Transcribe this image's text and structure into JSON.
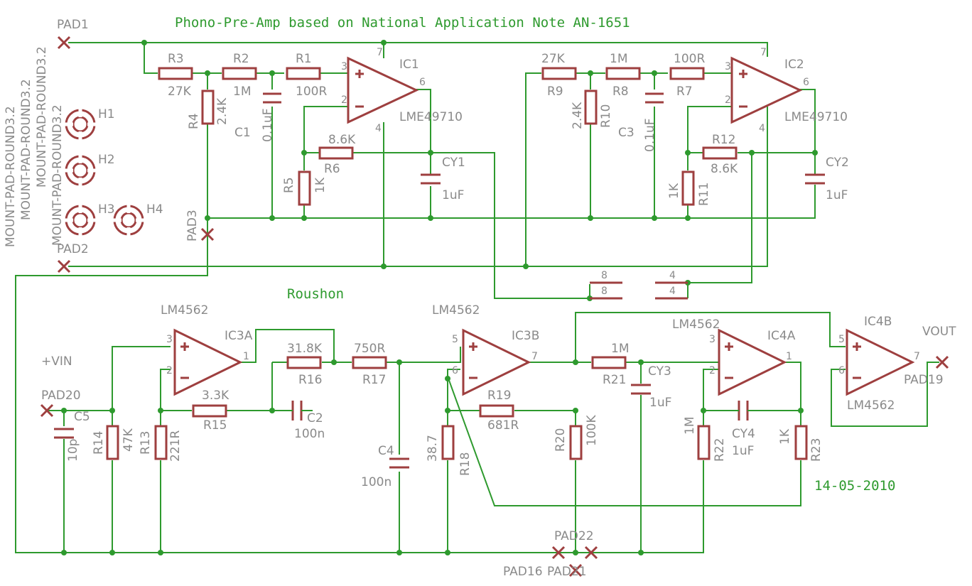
{
  "title": "Phono-Pre-Amp based on National Application Note AN-1651",
  "author": "Roushon",
  "date": "14-05-2010",
  "colors": {
    "wire": "#2e9a2e",
    "part": "#9e3f3f",
    "label": "#8a8a8a",
    "note": "#2e9a2e"
  },
  "mounting": {
    "pad_type": "MOUNT-PAD-ROUND3.2",
    "holes": [
      "H1",
      "H2",
      "H3",
      "H4"
    ]
  },
  "pads": {
    "pad1": "PAD1",
    "pad2": "PAD2",
    "pad3": "PAD3",
    "pad16": "PAD16",
    "pad19": "PAD19",
    "pad20": "PAD20",
    "pad21": "PAD21",
    "pad22": "PAD22",
    "vin": "+VIN",
    "vout": "VOUT"
  },
  "ics": {
    "ic1": {
      "name": "IC1",
      "value": "LME49710",
      "pins": [
        "3",
        "2",
        "6",
        "7",
        "4"
      ]
    },
    "ic2": {
      "name": "IC2",
      "value": "LME49710",
      "pins": [
        "3",
        "2",
        "6",
        "7",
        "4"
      ]
    },
    "ic3a": {
      "name": "IC3A",
      "value": "LM4562",
      "pins": [
        "3",
        "2",
        "1"
      ]
    },
    "ic3b": {
      "name": "IC3B",
      "value": "LM4562",
      "pins": [
        "5",
        "6",
        "7"
      ]
    },
    "ic4a": {
      "name": "IC4A",
      "value": "LM4562",
      "pins": [
        "3",
        "2",
        "1"
      ]
    },
    "ic4b": {
      "name": "IC4B",
      "value": "LM4562",
      "pins": [
        "5",
        "6",
        "7"
      ]
    }
  },
  "power": {
    "p8": "8",
    "p4": "4"
  },
  "parts": {
    "r1": {
      "name": "R1",
      "value": "100R"
    },
    "r2": {
      "name": "R2",
      "value": "1M"
    },
    "r3": {
      "name": "R3",
      "value": "27K"
    },
    "r4": {
      "name": "R4",
      "value": "2.4K"
    },
    "r5": {
      "name": "R5",
      "value": "1K"
    },
    "r6": {
      "name": "R6",
      "value": "8.6K"
    },
    "c1": {
      "name": "C1",
      "value": "0.1uF"
    },
    "cy1": {
      "name": "CY1",
      "value": "1uF"
    },
    "r7": {
      "name": "R7",
      "value": "100R"
    },
    "r8": {
      "name": "R8",
      "value": "1M"
    },
    "r9": {
      "name": "R9",
      "value": "27K"
    },
    "r10": {
      "name": "R10",
      "value": "2.4K"
    },
    "r11": {
      "name": "R11",
      "value": "1K"
    },
    "r12": {
      "name": "R12",
      "value": "8.6K"
    },
    "c3": {
      "name": "C3",
      "value": "0.1uF"
    },
    "cy2": {
      "name": "CY2",
      "value": "1uF"
    },
    "c5": {
      "name": "C5",
      "value": "10p"
    },
    "r14": {
      "name": "R14",
      "value": "47K"
    },
    "r13": {
      "name": "R13",
      "value": "221R"
    },
    "r15": {
      "name": "R15",
      "value": "3.3K"
    },
    "r16": {
      "name": "R16",
      "value": "31.8K"
    },
    "c2": {
      "name": "C2",
      "value": "100n"
    },
    "r17": {
      "name": "R17",
      "value": "750R"
    },
    "c4": {
      "name": "C4",
      "value": "100n"
    },
    "r18": {
      "name": "R18",
      "value": "38.7"
    },
    "r19": {
      "name": "R19",
      "value": "681R"
    },
    "r20": {
      "name": "R20",
      "value": "100K"
    },
    "r21": {
      "name": "R21",
      "value": "1M"
    },
    "cy3": {
      "name": "CY3",
      "value": "1uF"
    },
    "r22": {
      "name": "R22",
      "value": "1M"
    },
    "cy4": {
      "name": "CY4",
      "value": "1uF"
    },
    "r23": {
      "name": "R23",
      "value": "1K"
    }
  }
}
